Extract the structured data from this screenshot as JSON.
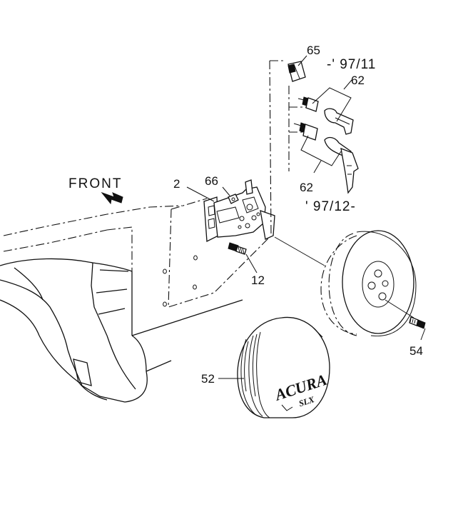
{
  "diagram": {
    "front_label": "FRONT",
    "callouts": {
      "c65": "65",
      "c62_top": "62",
      "c62_bottom": "62",
      "c2": "2",
      "c66": "66",
      "c12": "12",
      "c54": "54",
      "c52": "52"
    },
    "notes": {
      "upto": "-' 97/11",
      "from": "' 97/12-"
    },
    "cover_logo": {
      "brand": "ACURA",
      "model": "SLX"
    }
  }
}
